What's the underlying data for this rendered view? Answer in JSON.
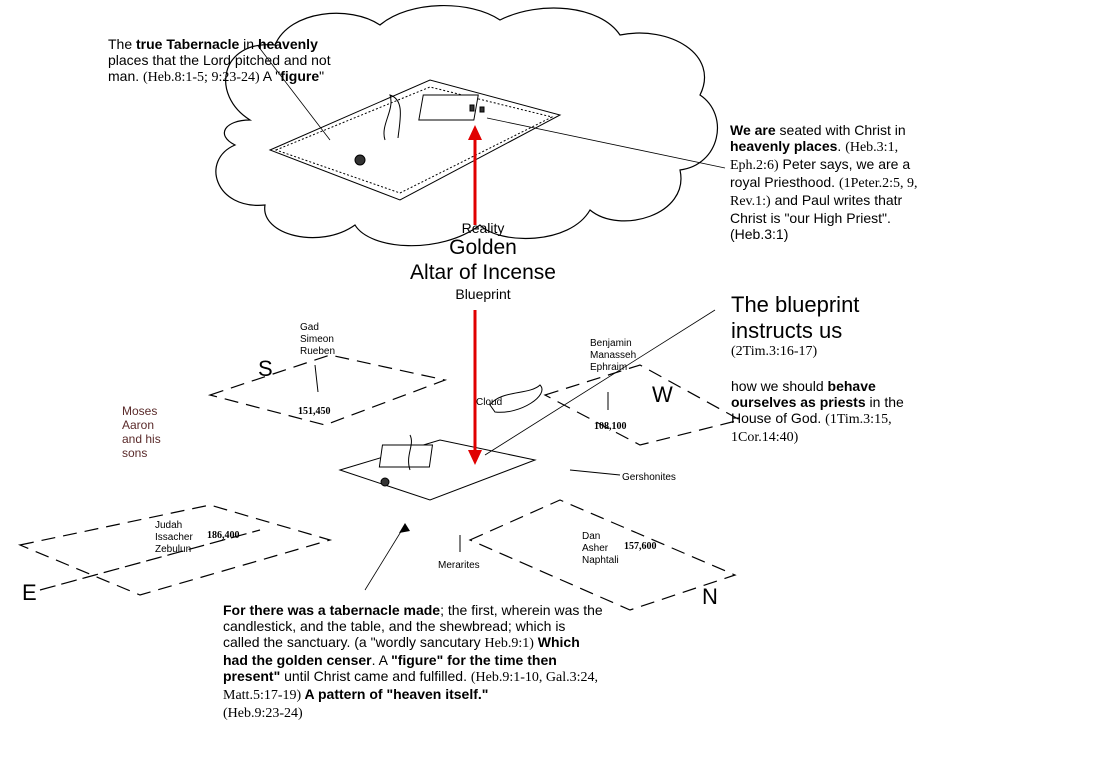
{
  "cloud_note": {
    "p1": "The ",
    "b1": "true Tabernacle",
    "p2": " in ",
    "b2": "heavenly",
    "p3": " places that the Lord pitched and not man. ",
    "ref": "(Heb.8:1-5; 9:23-24)",
    "p4": " A \"",
    "b3": "figure",
    "p5": "\""
  },
  "center": {
    "reality": "Reality",
    "golden": "Golden",
    "altar": "Altar of Incense",
    "blueprint": "Blueprint"
  },
  "right_note_1": {
    "b1": "We are",
    "p1": " seated with Christ in ",
    "b2": "heavenly places",
    "p2": ". ",
    "ref1": "(Heb.3:1, Eph.2:6)",
    "p3": " Peter says, we are a royal Priesthood. ",
    "ref2": "(1Peter.2:5, 9, Rev.1:)",
    "p4": " and Paul writes thatr Christ is \"our High Priest\".(Heb.3:1)"
  },
  "right_note_2": {
    "title": "The blueprint instructs us",
    "ref": "(2Tim.3:16-17)",
    "p1": "how we should ",
    "b1": "behave ourselves as priests",
    "p2": " in the House of God. ",
    "ref2": "(1Tim.3:15, 1Cor.14:40)"
  },
  "bottom_note": {
    "b1": "For there was a tabernacle made",
    "p1": "; the first, wherein was the candlestick, and the table, and the shewbread; which is called the sanctuary. (a \"wordly sancutary ",
    "ref1": "Heb.9:1)",
    "b2": " Which had the golden censer",
    "p2": ". A ",
    "b3": "\"figure\" for the time then present\"",
    "p3": " until Christ came and fulfilled. ",
    "ref2": "(Heb.9:1-10, Gal.3:24, Matt.5:17-19)",
    "b4": " A pattern of \"heaven itself.\"",
    "ref3": "(Heb.9:23-24)"
  },
  "camp": {
    "north_tribes": "Gad\nSimeon\nRueben",
    "north_count": "151,450",
    "west_tribes": "Benjamin\nManasseh\nEphraim",
    "west_count": "108,100",
    "east_tribes": "Judah\nIssacher\nZebulun",
    "east_count": "186,400",
    "south_tribes": "Dan\nAsher\nNaphtali",
    "south_count": "157,600",
    "priests": "Moses\nAaron\nand his\nsons",
    "cloud": "Cloud",
    "gershonites": "Gershonites",
    "merarites": "Merarites",
    "compass_s": "S",
    "compass_w": "W",
    "compass_e": "E",
    "compass_n": "N"
  },
  "colors": {
    "arrow": "#e00000",
    "maroon": "#5a2a2a"
  }
}
